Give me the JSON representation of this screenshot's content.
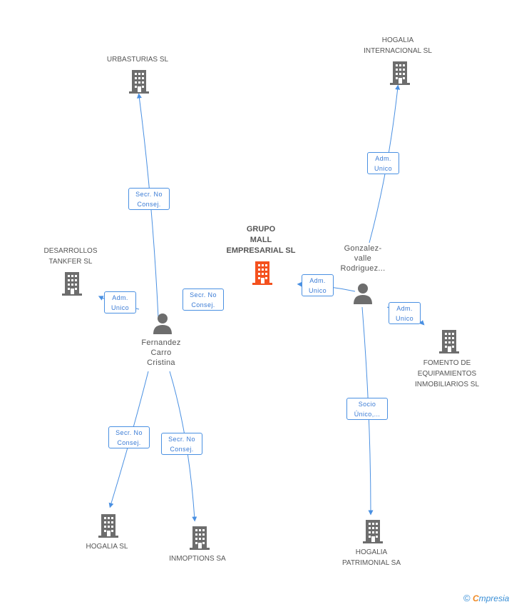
{
  "central": {
    "name": "GRUPO\nMALL\nEMPRESARIAL SL",
    "color": "#f4511e"
  },
  "companies": {
    "urbasturias": "URBASTURIAS SL",
    "hogalia_internacional": "HOGALIA\nINTERNACIONAL SL",
    "desarrollos_tankfer": "DESARROLLOS\nTANKFER SL",
    "fomento": "FOMENTO DE\nEQUIPAMIENTOS\nINMOBILIARIOS SL",
    "hogalia": "HOGALIA SL",
    "inmoptions": "INMOPTIONS SA",
    "hogalia_patrimonial": "HOGALIA\nPATRIMONIAL SA"
  },
  "persons": {
    "fernandez": "Fernandez\nCarro\nCristina",
    "gonzalez": "Gonzalez-\nvalle\nRodriguez..."
  },
  "roles": {
    "secr_urbasturias": [
      "Secr. No",
      "Consej."
    ],
    "adm_tankfer": [
      "Adm.",
      "Unico"
    ],
    "secr_central": [
      "Secr. No",
      "Consej."
    ],
    "adm_hog_int": [
      "Adm.",
      "Unico"
    ],
    "adm_central": [
      "Adm.",
      "Unico"
    ],
    "adm_fomento": [
      "Adm.",
      "Unico"
    ],
    "secr_hogalia": [
      "Secr. No",
      "Consej."
    ],
    "secr_inmoptions": [
      "Secr. No",
      "Consej."
    ],
    "socio_patrimonial": [
      "Socio",
      "Único,..."
    ]
  },
  "colors": {
    "edge": "#4a90e2",
    "building": "#6d6d6d",
    "person": "#6d6d6d"
  },
  "footer": {
    "copyright": "©",
    "brand_e": "C",
    "brand_rest": "mpresia"
  }
}
